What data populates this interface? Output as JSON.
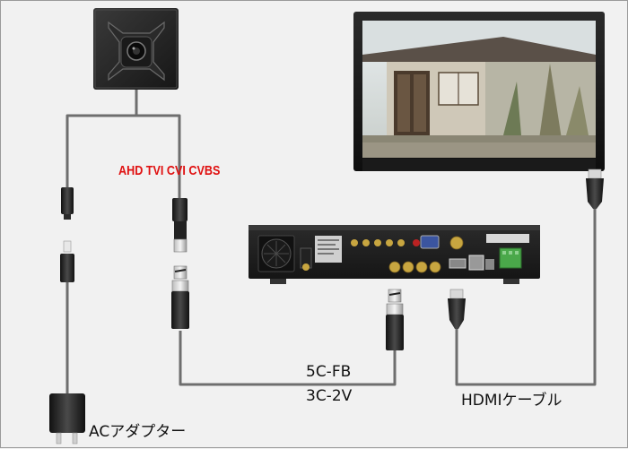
{
  "labels": {
    "signal": "AHD TVI CVI CVBS",
    "coax_1": "5C-FB",
    "coax_2": "3C-2V",
    "hdmi": "HDMIケーブル",
    "ac": "ACアダプター"
  },
  "colors": {
    "background": "#f1f1f1",
    "cable": "#6e6e6e",
    "signal_text": "#e01010",
    "device_body": "#1e1e1e",
    "connector_gold": "#c8a640"
  },
  "icons": {
    "camera": "pinhole-camera-icon",
    "monitor": "tv-monitor-icon",
    "recorder": "dvr-recorder-icon",
    "ac_adapter": "ac-adapter-icon"
  }
}
